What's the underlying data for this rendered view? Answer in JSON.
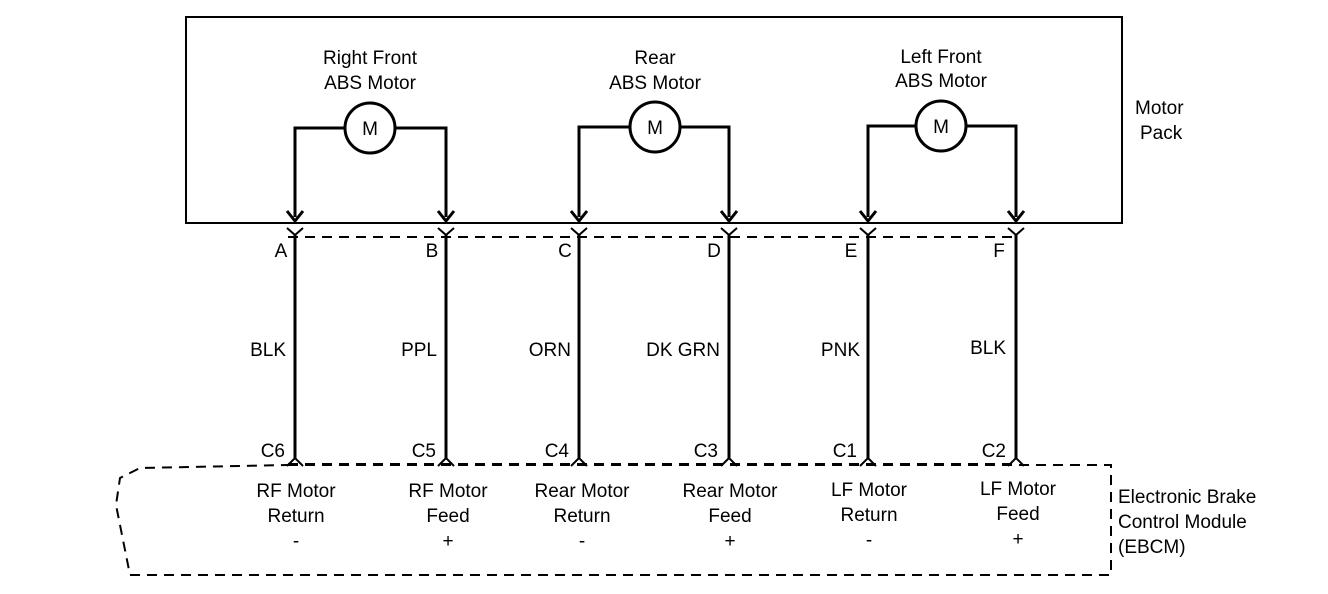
{
  "motor_pack_label": [
    "Motor",
    "Pack"
  ],
  "ebcm_label": [
    "Electronic Brake",
    "Control Module",
    "(EBCM)"
  ],
  "motor_symbol": "M",
  "motors": [
    {
      "id": "rf",
      "title": [
        "Right Front",
        "ABS Motor"
      ]
    },
    {
      "id": "rear",
      "title": [
        "Rear",
        "ABS Motor"
      ]
    },
    {
      "id": "lf",
      "title": [
        "Left Front",
        "ABS Motor"
      ]
    }
  ],
  "circuits": [
    {
      "pin": "A",
      "wire_color": "BLK",
      "ebcm_pin": "C6",
      "function": [
        "RF Motor",
        "Return"
      ],
      "polarity": "-"
    },
    {
      "pin": "B",
      "wire_color": "PPL",
      "ebcm_pin": "C5",
      "function": [
        "RF Motor",
        "Feed"
      ],
      "polarity": "+"
    },
    {
      "pin": "C",
      "wire_color": "ORN",
      "ebcm_pin": "C4",
      "function": [
        "Rear Motor",
        "Return"
      ],
      "polarity": "-"
    },
    {
      "pin": "D",
      "wire_color": "DK GRN",
      "ebcm_pin": "C3",
      "function": [
        "Rear Motor",
        "Feed"
      ],
      "polarity": "+"
    },
    {
      "pin": "E",
      "wire_color": "PNK",
      "ebcm_pin": "C1",
      "function": [
        "LF Motor",
        "Return"
      ],
      "polarity": "-"
    },
    {
      "pin": "F",
      "wire_color": "BLK",
      "ebcm_pin": "C2",
      "function": [
        "LF Motor",
        "Feed"
      ],
      "polarity": "+"
    }
  ]
}
